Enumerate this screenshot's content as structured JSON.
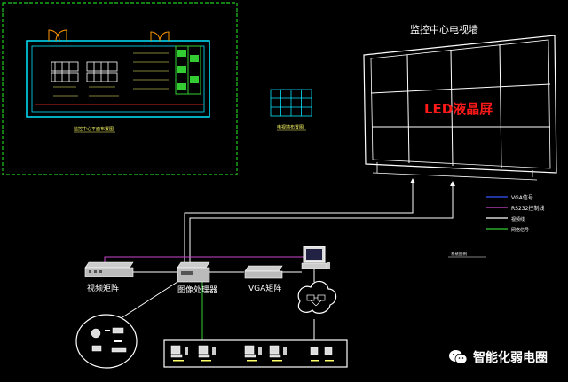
{
  "diagram": {
    "wall_title": "监控中心电视墙",
    "wall_screen_label": "LED液晶屏",
    "legend": {
      "items": [
        {
          "label": "VGA信号",
          "color": "#3355ff"
        },
        {
          "label": "RS232控制线",
          "color": "#cc44cc"
        },
        {
          "label": "视频线",
          "color": "#ffffff"
        },
        {
          "label": "网络信号",
          "color": "#33cc33"
        }
      ],
      "caption": "系统图例"
    },
    "devices": {
      "matrix_switch": "视频矩阵",
      "image_processor": "图像处理器",
      "vga_switch": "VGA矩阵"
    },
    "plan_caption": "监控中心平面布置图",
    "wall_caption": "电视墙布置图",
    "colors": {
      "plan_frame": "#22cc22",
      "cad_cyan": "#00e5ff",
      "line_white": "#ffffff",
      "line_magenta": "#cc44cc",
      "led_text": "#ff1a1a"
    }
  },
  "watermark": {
    "text": "智能化弱电圈",
    "icon": "wechat-icon"
  }
}
